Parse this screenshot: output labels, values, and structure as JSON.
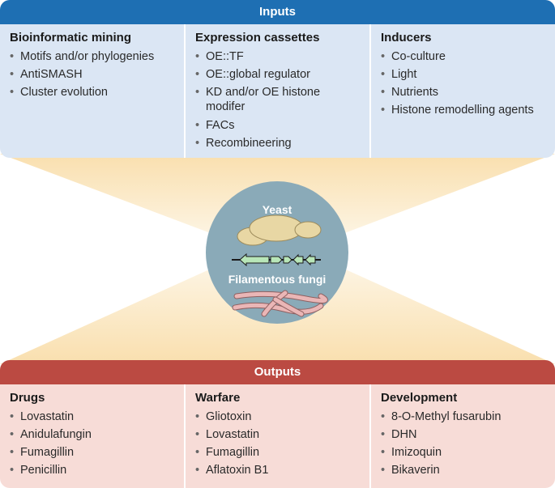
{
  "inputs": {
    "header": "Inputs",
    "columns": [
      {
        "title": "Bioinformatic mining",
        "items": [
          "Motifs and/or phylogenies",
          "AntiSMASH",
          "Cluster evolution"
        ]
      },
      {
        "title": "Expression cassettes",
        "items": [
          "OE::TF",
          "OE::global regulator",
          "KD and/or OE histone modifer",
          "FACs",
          "Recombineering"
        ]
      },
      {
        "title": "Inducers",
        "items": [
          "Co-culture",
          "Light",
          "Nutrients",
          "Histone remodelling agents"
        ]
      }
    ]
  },
  "center": {
    "yeast_label": "Yeast",
    "fungi_label": "Filamentous fungi"
  },
  "outputs": {
    "header": "Outputs",
    "columns": [
      {
        "title": "Drugs",
        "items": [
          "Lovastatin",
          "Anidulafungin",
          "Fumagillin",
          "Penicillin"
        ]
      },
      {
        "title": "Warfare",
        "items": [
          "Gliotoxin",
          "Lovastatin",
          "Fumagillin",
          "Aflatoxin B1"
        ]
      },
      {
        "title": "Development",
        "items": [
          "8-O-Methyl fusarubin",
          "DHN",
          "Imizoquin",
          "Bikaverin"
        ]
      }
    ]
  },
  "colors": {
    "inputs_header": "#1e6fb3",
    "inputs_bg": "#dbe6f4",
    "outputs_header": "#bb4a42",
    "outputs_bg": "#f7dcd7",
    "funnel": "#fce9c4",
    "circle": "#8aaab8"
  }
}
